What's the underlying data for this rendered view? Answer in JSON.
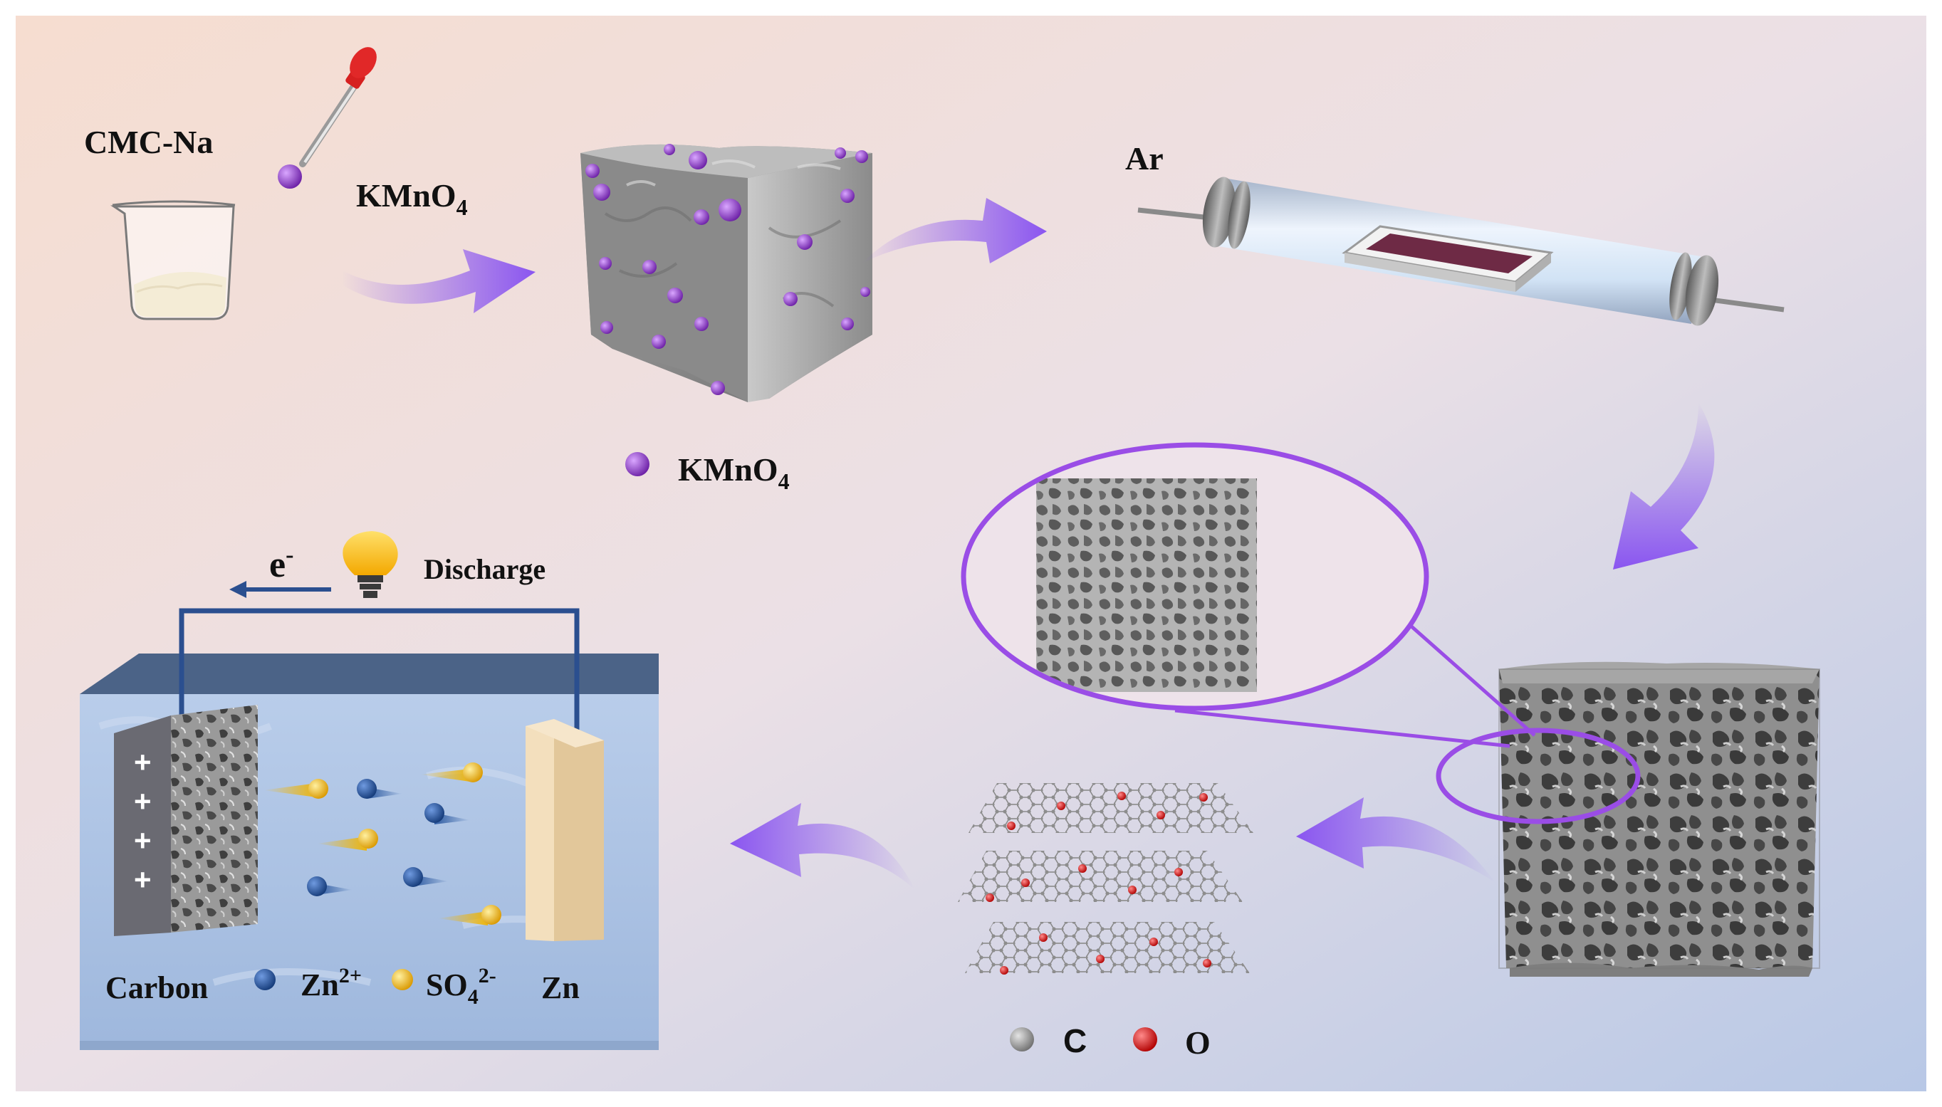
{
  "labels": {
    "cmc_na": "CMC-Na",
    "kmno4_main": "KMnO",
    "kmno4_main_sub": "4",
    "kmno4_legend": "KMnO",
    "kmno4_legend_sub": "4",
    "ar": "Ar",
    "electron": "e",
    "electron_sup": "-",
    "discharge": "Discharge",
    "carbon": "Carbon",
    "zn_ion": "Zn",
    "zn_ion_sup": "2+",
    "so4": "SO",
    "so4_sub": "4",
    "so4_sup": "2-",
    "zn": "Zn",
    "c_legend": "C",
    "o_legend": "O",
    "plus_sign": "+"
  },
  "colors": {
    "kmno4_purple": "#8a3fc0",
    "arrow_purple": "#8a55f0",
    "zoom_ring": "#9a4de6",
    "zn_ion_blue": "#1f4f9a",
    "so4_gold": "#f0b400",
    "oxygen_red": "#d81e1e",
    "carbon_gray": "#909090",
    "zn_plate": "#e8cfa4",
    "wire_blue": "#2b4f8f"
  },
  "icons": [
    "beaker-icon",
    "dropper-icon",
    "tube-furnace-icon",
    "light-bulb-icon",
    "porous-carbon-cube-icon",
    "graphene-sheet-icon",
    "battery-cell-icon"
  ]
}
